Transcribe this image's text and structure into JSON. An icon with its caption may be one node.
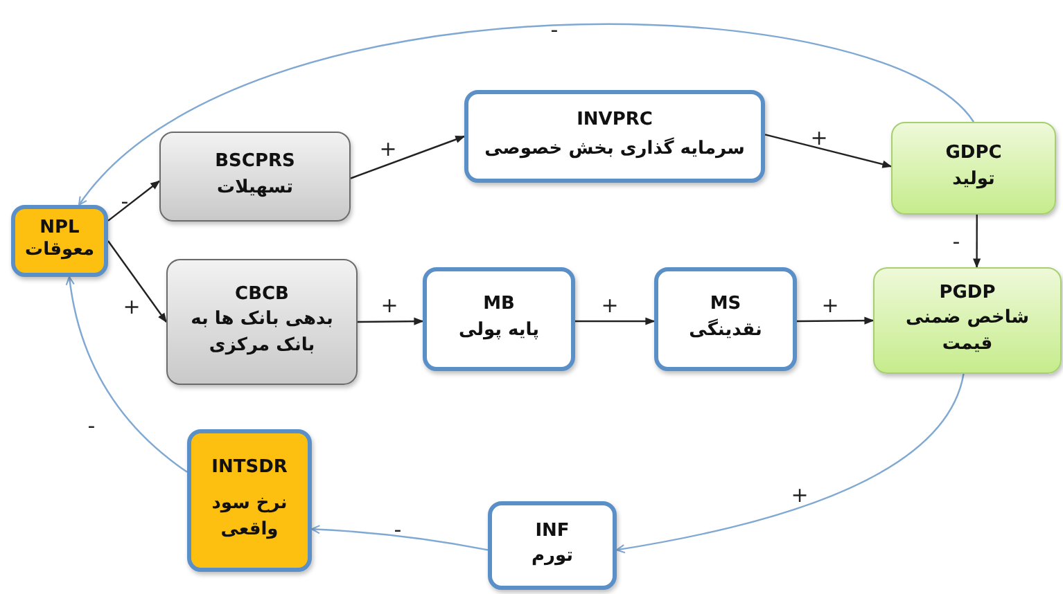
{
  "diagram": {
    "nodes": [
      {
        "text": [
          "NPL",
          "معوقات"
        ]
      },
      {
        "text": [
          "BSCPRS",
          "تسهیلات"
        ]
      },
      {
        "text": [
          "INVPRC",
          "سرمایه گذاری بخش خصوصی"
        ]
      },
      {
        "text": [
          "GDPC",
          "تولید"
        ]
      },
      {
        "text": [
          "CBCB",
          "بدهی بانک ها به بانک مرکزی"
        ]
      },
      {
        "text": [
          "MB",
          "پایه پولی"
        ]
      },
      {
        "text": [
          "MS",
          "نقدینگی"
        ]
      },
      {
        "text": [
          "PGDP",
          "شاخص ضمنی قیمت"
        ]
      },
      {
        "text": [
          "INTSDR",
          "نرخ سود واقعی"
        ]
      },
      {
        "text": [
          "INF",
          "تورم"
        ]
      }
    ],
    "edges": [
      {
        "from": 0,
        "to": 1,
        "arrow": "to",
        "label": "-"
      },
      {
        "from": 0,
        "to": 4,
        "arrow": "to",
        "label": "+"
      },
      {
        "from": 1,
        "to": 2,
        "arrow": "to",
        "label": "+"
      },
      {
        "from": 2,
        "to": 3,
        "arrow": "to",
        "label": "+"
      },
      {
        "from": 3,
        "to": 7,
        "arrow": "to",
        "label": "-"
      },
      {
        "from": 4,
        "to": 5,
        "arrow": "to",
        "label": "+"
      },
      {
        "from": 5,
        "to": 6,
        "arrow": "to",
        "label": "+"
      },
      {
        "from": 6,
        "to": 7,
        "arrow": "to",
        "label": "+"
      },
      {
        "from": 7,
        "to": 9,
        "arrow": "to",
        "label": "+",
        "color": "#7fa8d2"
      },
      {
        "from": 9,
        "to": 8,
        "arrow": "to",
        "label": "-",
        "color": "#7fa8d2"
      },
      {
        "from": 8,
        "to": 0,
        "arrow": "to",
        "label": "-",
        "color": "#7fa8d2"
      },
      {
        "from": 3,
        "to": 0,
        "arrow": "to",
        "label": "-",
        "color": "#7fa8d2"
      }
    ]
  }
}
